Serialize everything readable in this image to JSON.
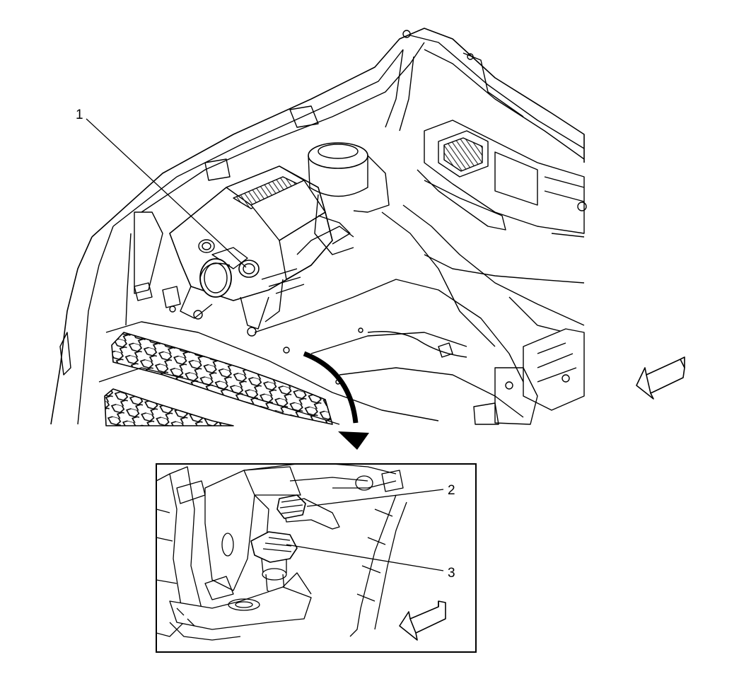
{
  "callouts": [
    {
      "id": "callout-1",
      "text": "1"
    },
    {
      "id": "callout-2",
      "text": "2"
    },
    {
      "id": "callout-3",
      "text": "3"
    }
  ],
  "colors": {
    "line": "#000000",
    "paper": "#ffffff",
    "hatch": "#222222"
  },
  "icons": {
    "main_view_direction": "front-of-vehicle-arrow-icon",
    "detail_view_direction": "front-of-vehicle-arrow-icon",
    "zoom_indicator": "curved-zoom-arrow-icon"
  }
}
